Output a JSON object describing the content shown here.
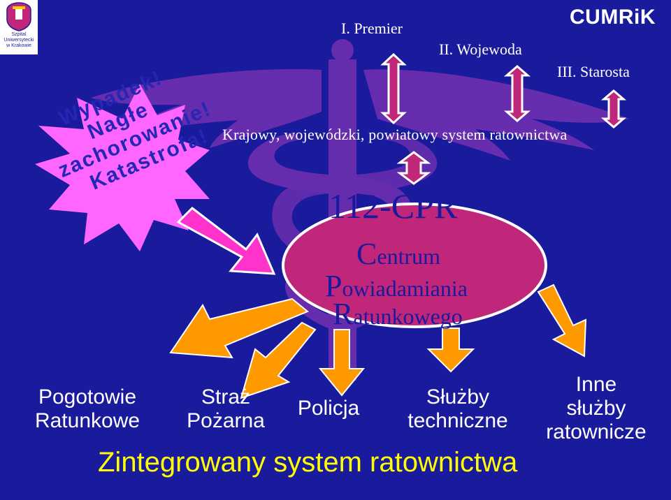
{
  "logo": {
    "line1": "Szpital",
    "line2": "Uniwersytecki",
    "line3": "w Krakowie"
  },
  "brand": "CUMRiK",
  "levels": [
    {
      "label": "I.  Premier"
    },
    {
      "label": "II.  Wojewoda"
    },
    {
      "label": "III.  Starosta"
    }
  ],
  "system_label": "Krajowy, wojewódzki, powiatowy system ratownictwa",
  "star": {
    "lines": [
      "Wypadek!",
      "Nagłe",
      "zachorowanie!",
      "Katastrofa!"
    ]
  },
  "cpr": {
    "title": "112-CPR",
    "lines": [
      {
        "initial": "C",
        "rest": "entrum"
      },
      {
        "initial": "P",
        "rest": "owiadamiania"
      },
      {
        "initial": "R",
        "rest": "atunkowego"
      }
    ]
  },
  "services": [
    {
      "line1": "Pogotowie",
      "line2": "Ratunkowe"
    },
    {
      "line1": "Straż",
      "line2": "Pożarna"
    },
    {
      "line1": "Policja",
      "line2": ""
    },
    {
      "line1": "Służby",
      "line2": "techniczne"
    },
    {
      "line1": "Inne",
      "line2": "służby",
      "line3": "ratownicze"
    }
  ],
  "footer": "Zintegrowany system ratownictwa",
  "colors": {
    "background": "#1a1a9c",
    "magenta": "#c0267a",
    "orange": "#ff9900",
    "caduceus": "#6a2fb0",
    "star": "#ff66ff",
    "footer": "#ffff00"
  }
}
